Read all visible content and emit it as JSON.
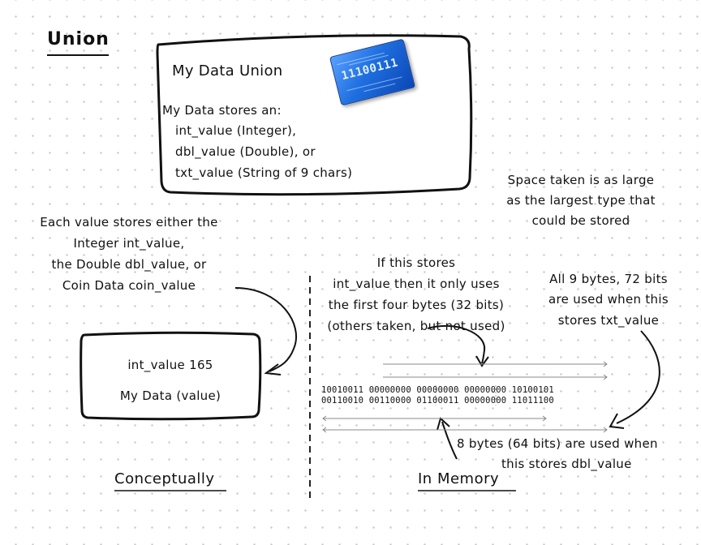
{
  "title": "Union",
  "union_box": {
    "name": "My Data Union",
    "lines": [
      "My Data stores an:",
      "int_value (Integer),",
      "dbl_value (Double), or",
      "txt_value (String of 9 chars)"
    ],
    "chip_bits": "11100111",
    "chip_icon": "binary-chip-icon"
  },
  "space_note": [
    "Space taken is as large",
    "as the largest type that",
    "could be stored"
  ],
  "each_value_note": [
    "Each value stores either the",
    "Integer int_value,",
    "the Double dbl_value, or",
    "Coin Data coin_value"
  ],
  "concept_box": {
    "value_line": "int_value 165",
    "name_line": "My Data (value)"
  },
  "int_note": [
    "If this stores",
    "int_value then it only uses",
    "the first four bytes (32 bits)",
    "(others taken, but not used)"
  ],
  "txt_note": [
    "All 9 bytes, 72 bits",
    "are used when this",
    "stores txt_value"
  ],
  "memory": {
    "row1": "10010011 00000000 00000000 00000000 10100101",
    "row2": "00110010 00110000 01100011 00000000 11011100"
  },
  "dbl_note": [
    "8 bytes (64 bits) are used when",
    "this stores dbl_value"
  ],
  "captions": {
    "left": "Conceptually",
    "right": "In Memory"
  }
}
